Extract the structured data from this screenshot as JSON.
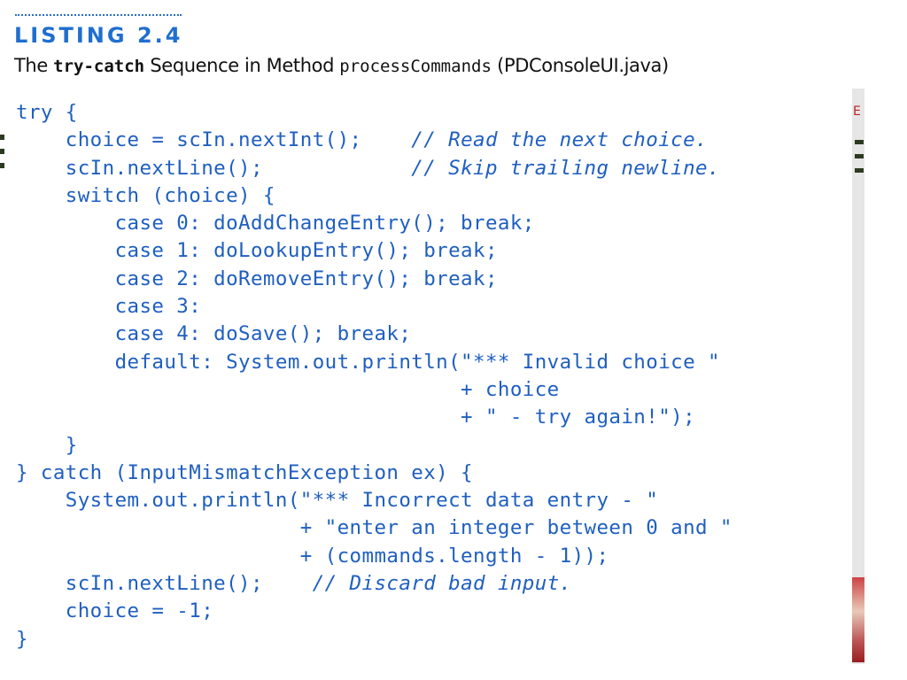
{
  "listing_label": "LISTING 2.4",
  "caption": {
    "pre": "The ",
    "keyword": "try-catch",
    "mid": " Sequence in Method ",
    "method": "processCommands",
    "post": " (PDConsoleUI.java)"
  },
  "code_lines": [
    {
      "code": "try {",
      "comment": ""
    },
    {
      "code": "    choice = scIn.nextInt();    ",
      "comment": "// Read the next choice."
    },
    {
      "code": "    scIn.nextLine();            ",
      "comment": "// Skip trailing newline."
    },
    {
      "code": "    switch (choice) {",
      "comment": ""
    },
    {
      "code": "        case 0: doAddChangeEntry(); break;",
      "comment": ""
    },
    {
      "code": "        case 1: doLookupEntry(); break;",
      "comment": ""
    },
    {
      "code": "        case 2: doRemoveEntry(); break;",
      "comment": ""
    },
    {
      "code": "        case 3:",
      "comment": ""
    },
    {
      "code": "        case 4: doSave(); break;",
      "comment": ""
    },
    {
      "code": "        default: System.out.println(\"*** Invalid choice \"",
      "comment": ""
    },
    {
      "code": "                                    + choice",
      "comment": ""
    },
    {
      "code": "                                    + \" - try again!\");",
      "comment": ""
    },
    {
      "code": "    }",
      "comment": ""
    },
    {
      "code": "} catch (InputMismatchException ex) {",
      "comment": ""
    },
    {
      "code": "    System.out.println(\"*** Incorrect data entry - \"",
      "comment": ""
    },
    {
      "code": "                       + \"enter an integer between 0 and \"",
      "comment": ""
    },
    {
      "code": "                       + (commands.length - 1));",
      "comment": ""
    },
    {
      "code": "    scIn.nextLine();    ",
      "comment": "// Discard bad input."
    },
    {
      "code": "    choice = -1;",
      "comment": ""
    },
    {
      "code": "}",
      "comment": ""
    }
  ],
  "edge_letter": "E",
  "colors": {
    "accent": "#1f6fcf",
    "code": "#1f5fc0",
    "text": "#111111"
  }
}
